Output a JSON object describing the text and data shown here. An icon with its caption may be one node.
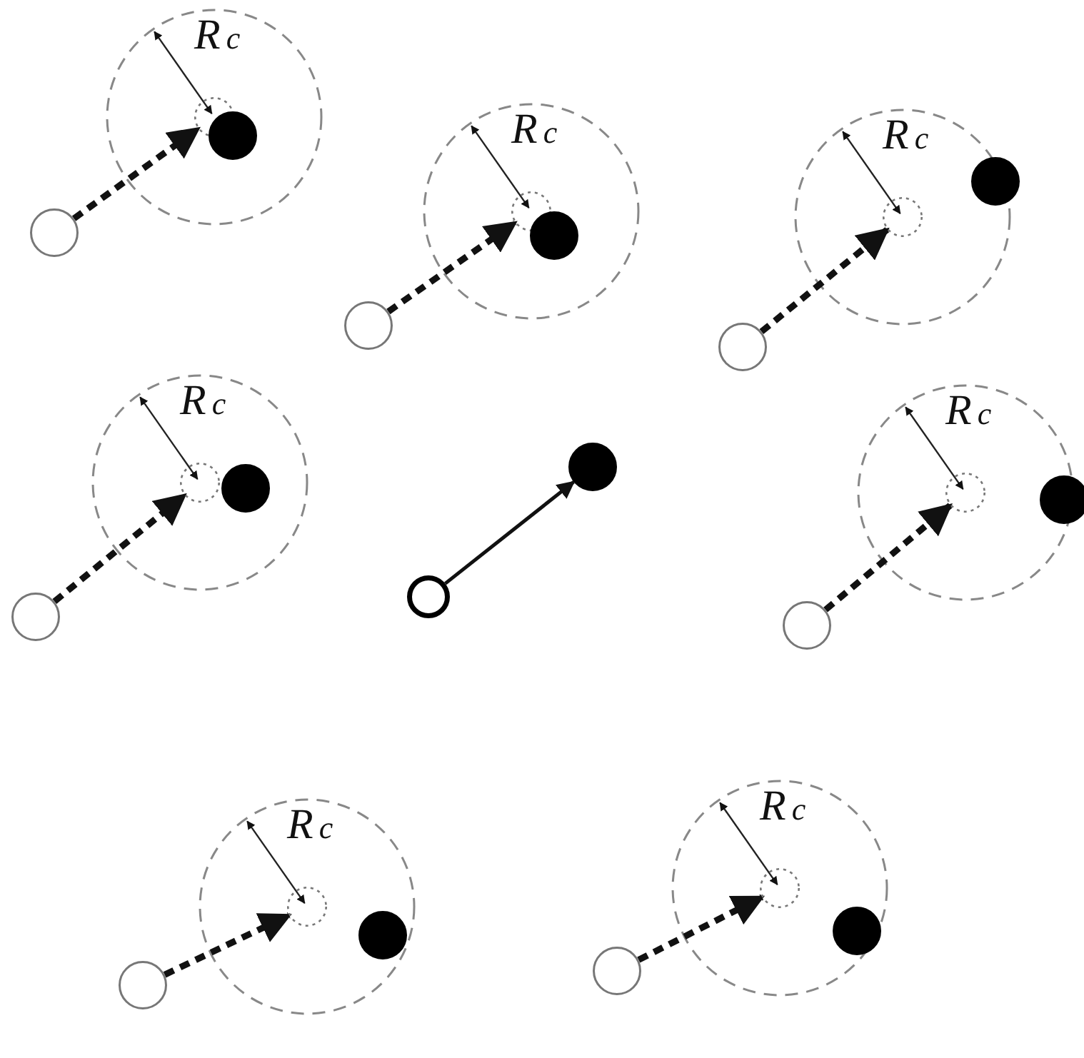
{
  "diagram": {
    "nodes": [
      {
        "text": [],
        "shape": "circle"
      },
      {
        "text": [],
        "shape": "circle"
      },
      {
        "text": [],
        "shape": "circle"
      },
      {
        "text": [],
        "shape": "circle"
      },
      {
        "text": [],
        "shape": "circle"
      },
      {
        "text": [],
        "shape": "circle"
      },
      {
        "text": [],
        "shape": "circle"
      },
      {
        "text": [],
        "shape": "circle"
      },
      {
        "text": [],
        "shape": "circle"
      },
      {
        "text": [],
        "shape": "circle"
      },
      {
        "text": [],
        "shape": "circle"
      },
      {
        "text": [],
        "shape": "circle"
      },
      {
        "text": [],
        "shape": "circle"
      },
      {
        "text": [],
        "shape": "circle"
      },
      {
        "text": [],
        "shape": "circle"
      },
      {
        "text": [],
        "shape": "circle"
      },
      {
        "text": [],
        "shape": "circle"
      },
      {
        "text": [],
        "shape": "circle"
      },
      {
        "text": [],
        "shape": "circle"
      },
      {
        "text": [],
        "shape": "circle"
      },
      {
        "text": [],
        "shape": "circle"
      },
      {
        "text": [],
        "shape": "circle"
      },
      {
        "text": [],
        "shape": "circle"
      }
    ],
    "edges": [
      {
        "from": 0,
        "to": 1,
        "arrow": "to",
        "style": "dashed"
      },
      {
        "from": 3,
        "to": 4,
        "arrow": "to",
        "style": "dashed"
      },
      {
        "from": 6,
        "to": 7,
        "arrow": "to",
        "style": "dashed"
      },
      {
        "from": 9,
        "to": 10,
        "arrow": "to",
        "style": "dashed"
      },
      {
        "from": 12,
        "to": 13,
        "arrow": "to"
      },
      {
        "from": 14,
        "to": 15,
        "arrow": "to",
        "style": "dashed"
      },
      {
        "from": 17,
        "to": 18,
        "arrow": "to",
        "style": "dashed"
      },
      {
        "from": 20,
        "to": 21,
        "arrow": "to",
        "style": "dashed"
      }
    ],
    "labels": [
      "R$_{c}$",
      "R$_{c}$",
      "R$_{c}$",
      "R$_{c}$",
      "R$_{c}$",
      "R$_{c}$",
      "R$_{c}$"
    ]
  }
}
